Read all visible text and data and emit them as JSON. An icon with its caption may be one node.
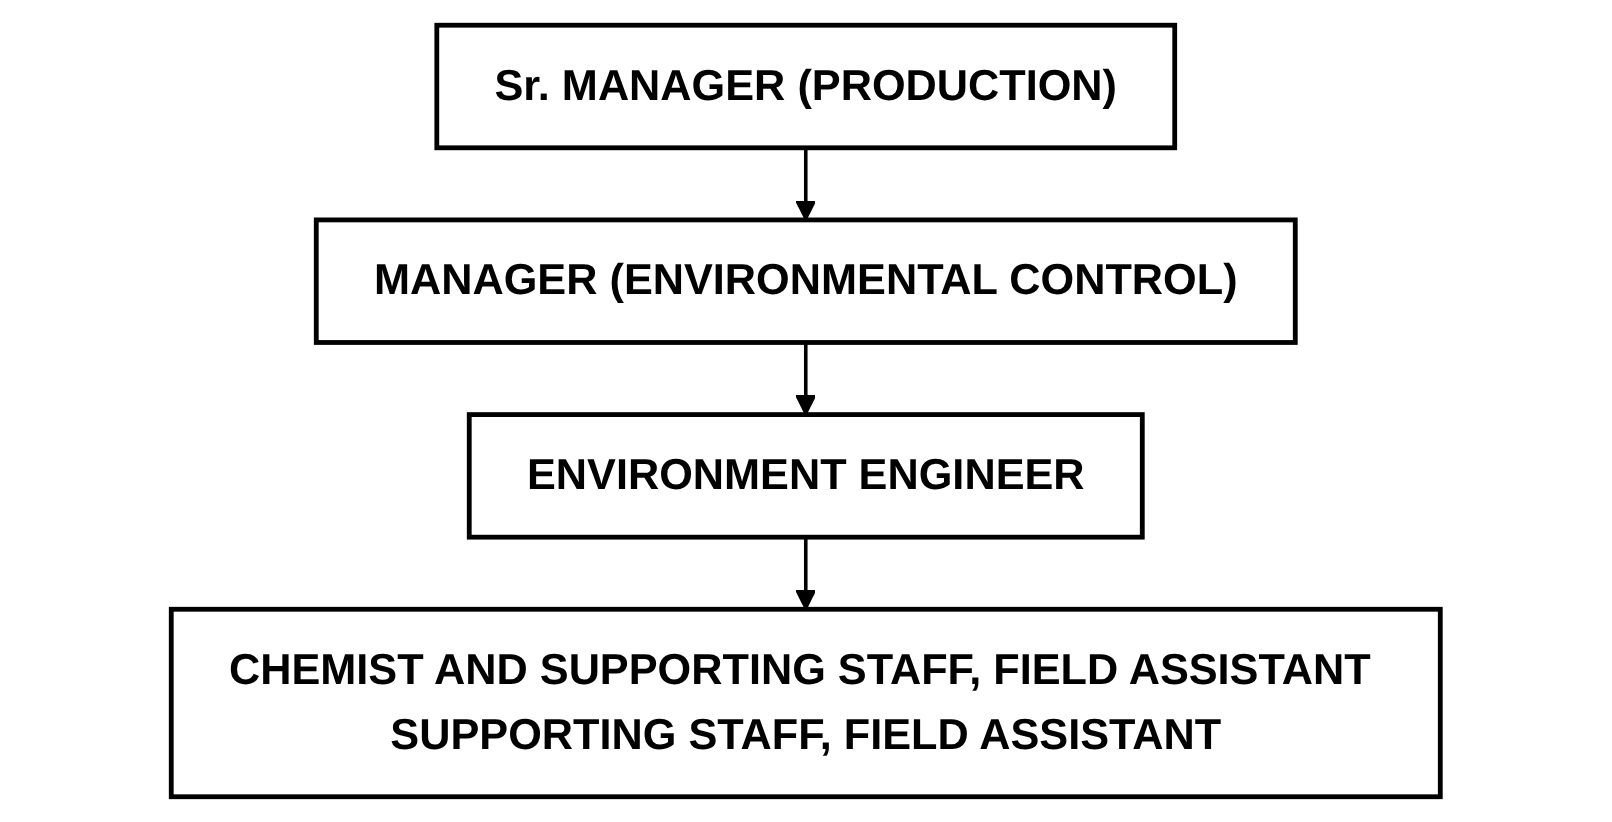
{
  "diagram": {
    "nodes": [
      {
        "text": [
          "Sr. MANAGER (PRODUCTION)"
        ]
      },
      {
        "text": [
          "MANAGER (ENVIRONMENTAL CONTROL)"
        ]
      },
      {
        "text": [
          "ENVIRONMENT ENGINEER"
        ]
      },
      {
        "text": [
          "CHEMIST AND SUPPORTING STAFF, FIELD ASSISTANT SUPPORTING STAFF, FIELD ASSISTANT"
        ]
      }
    ],
    "edges": [
      {
        "from": 0,
        "to": 1,
        "arrow": "to"
      },
      {
        "from": 1,
        "to": 2,
        "arrow": "to"
      },
      {
        "from": 2,
        "to": 3,
        "arrow": "to"
      }
    ]
  }
}
